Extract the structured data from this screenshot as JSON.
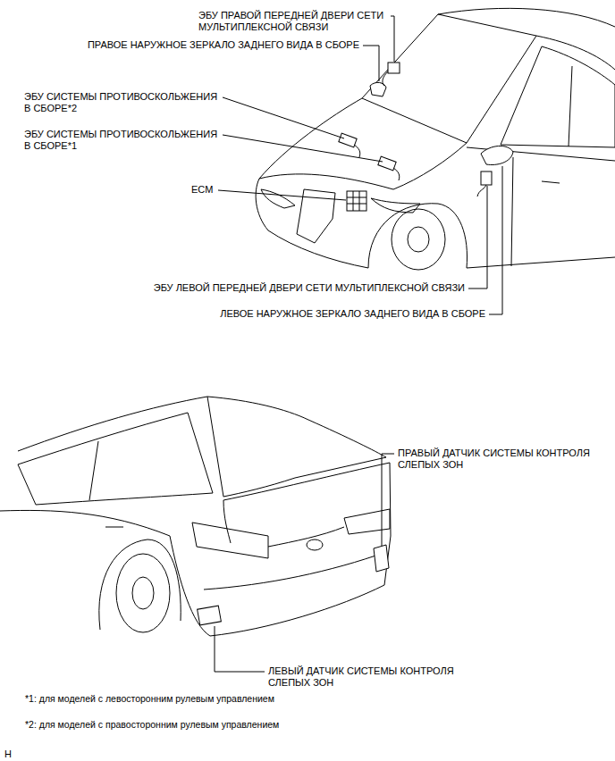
{
  "diagram": {
    "labels": [
      "ЭБУ ПРАВОЙ ПЕРЕДНЕЙ ДВЕРИ СЕТИ МУЛЬТИПЛЕКСНОЙ СВЯЗИ",
      "ПРАВОЕ НАРУЖНОЕ ЗЕРКАЛО ЗАДНЕГО ВИДА В СБОРЕ",
      "ЭБУ СИСТЕМЫ ПРОТИВОСКОЛЬЖЕНИЯ В СБОРЕ*2",
      "ЭБУ СИСТЕМЫ ПРОТИВОСКОЛЬЖЕНИЯ В СБОРЕ*1",
      "ECM",
      "ЭБУ ЛЕВОЙ ПЕРЕДНЕЙ ДВЕРИ СЕТИ МУЛЬТИПЛЕКСНОЙ СВЯЗИ",
      "ЛЕВОЕ НАРУЖНОЕ ЗЕРКАЛО ЗАДНЕГО ВИДА В СБОРЕ",
      "ПРАВЫЙ ДАТЧИК СИСТЕМЫ КОНТРОЛЯ СЛЕПЫХ ЗОН",
      "ЛЕВЫЙ ДАТЧИК СИСТЕМЫ КОНТРОЛЯ СЛЕПЫХ ЗОН",
      "*1: для моделей с левосторонним рулевым управлением",
      "*2: для моделей с правосторонним рулевым управлением",
      "H"
    ]
  }
}
